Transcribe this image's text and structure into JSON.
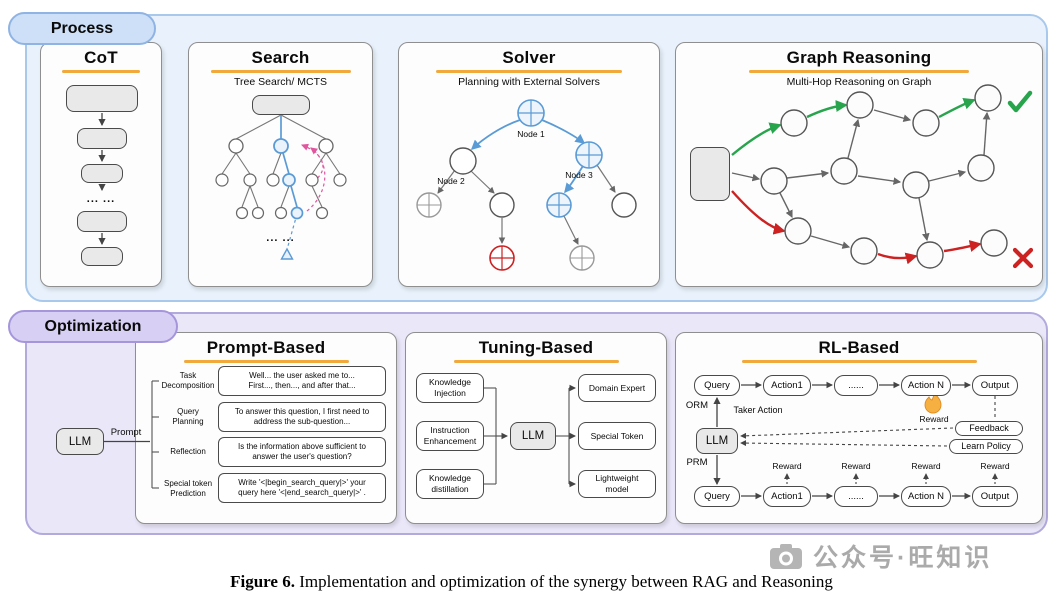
{
  "process": {
    "label": "Process",
    "cot": {
      "title": "CoT",
      "dots": "... ..."
    },
    "search": {
      "title": "Search",
      "subtitle": "Tree Search/ MCTS",
      "dots": "... ..."
    },
    "solver": {
      "title": "Solver",
      "subtitle": "Planning with External Solvers",
      "node1": "Node 1",
      "node2": "Node 2",
      "node3": "Node 3"
    },
    "graph": {
      "title": "Graph Reasoning",
      "subtitle": "Multi-Hop Reasoning on Graph"
    }
  },
  "optimization": {
    "label": "Optimization",
    "prompt_based": {
      "title": "Prompt-Based",
      "llm": "LLM",
      "prompt_label": "Prompt",
      "rows": [
        {
          "label": "Task\nDecomposition",
          "text": "Well... the user asked me to...\nFirst..., then..., and after that..."
        },
        {
          "label": "Query\nPlanning",
          "text": "To answer this question, I first need to\naddress the sub-question..."
        },
        {
          "label": "Reflection",
          "text": "Is the information above sufficient to\nanswer the user's question?"
        },
        {
          "label": "Special token\nPrediction",
          "text": "Write '<|begin_search_query|>' your\nquery here '<|end_search_query|>' ."
        }
      ]
    },
    "tuning_based": {
      "title": "Tuning-Based",
      "llm": "LLM",
      "inputs": [
        "Knowledge\nInjection",
        "Instruction\nEnhancement",
        "Knowledge\ndistillation"
      ],
      "outputs": [
        "Domain Expert",
        "Special Token",
        "Lightweight\nmodel"
      ]
    },
    "rl_based": {
      "title": "RL-Based",
      "llm": "LLM",
      "orm": "ORM",
      "prm": "PRM",
      "taker_action": "Taker Action",
      "reward": "Reward",
      "feedback": "Feedback",
      "learn_policy": "Learn Policy",
      "top_row": [
        "Query",
        "Action1",
        "......",
        "Action N",
        "Output"
      ],
      "bottom_row": [
        "Query",
        "Action1",
        "......",
        "Action N",
        "Output"
      ],
      "rewards": [
        "Reward",
        "Reward",
        "Reward",
        "Reward"
      ]
    }
  },
  "caption": {
    "prefix": "Figure 6.",
    "text": "Implementation and optimization of the synergy between RAG and Reasoning"
  },
  "watermark": "公众号·旺知识"
}
